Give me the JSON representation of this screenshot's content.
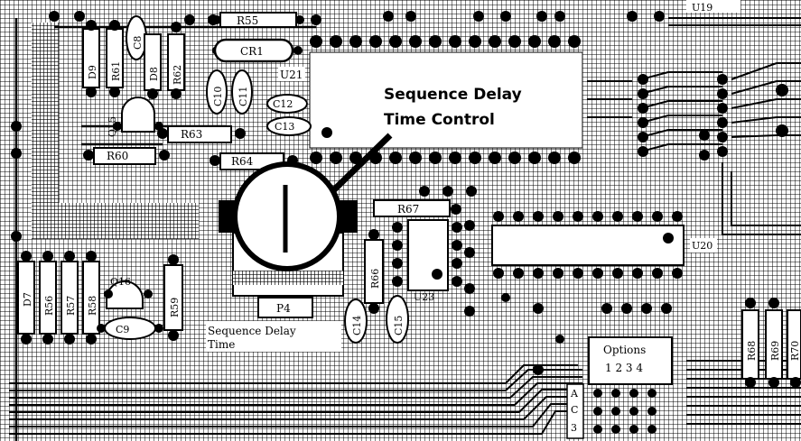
{
  "callout": {
    "line1": "Sequence Delay",
    "line2": "Time Control"
  },
  "components": {
    "r55": "R55",
    "cr1": "CR1",
    "c8": "C8",
    "d9": "D9",
    "r61": "R61",
    "d8": "D8",
    "r62": "R62",
    "u21": "U21",
    "c10": "C10",
    "c11": "C11",
    "c12": "C12",
    "c13": "C13",
    "q15": "Q15",
    "r63": "R63",
    "r60": "R60",
    "r64": "R64",
    "u19": "U19",
    "r67": "R67",
    "u20": "U20",
    "d7": "D7",
    "r56": "R56",
    "r57": "R57",
    "r58": "R58",
    "q16": "Q16",
    "r59": "R59",
    "c9": "C9",
    "p4": "P4",
    "r66": "R66",
    "c14": "C14",
    "c15": "C15",
    "u23": "U23",
    "r68": "R68",
    "r69": "R69",
    "r70": "R70"
  },
  "pot_caption": {
    "line1": "Sequence Delay",
    "line2": "Time"
  },
  "options": {
    "title": "Options",
    "numbers": "1 2 3 4",
    "rows": [
      "A",
      "C",
      "3"
    ]
  }
}
